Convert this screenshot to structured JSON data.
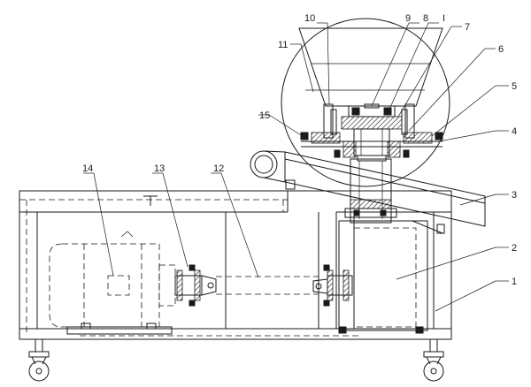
{
  "labels": {
    "l1": "1",
    "l2": "2",
    "l3": "3",
    "l4": "4",
    "l5": "5",
    "l6": "6",
    "l7": "7",
    "lI": "I",
    "l8": "8",
    "l9": "9",
    "l10": "10",
    "l11": "11",
    "l12": "12",
    "l13": "13",
    "l14": "14",
    "l15": "15"
  }
}
